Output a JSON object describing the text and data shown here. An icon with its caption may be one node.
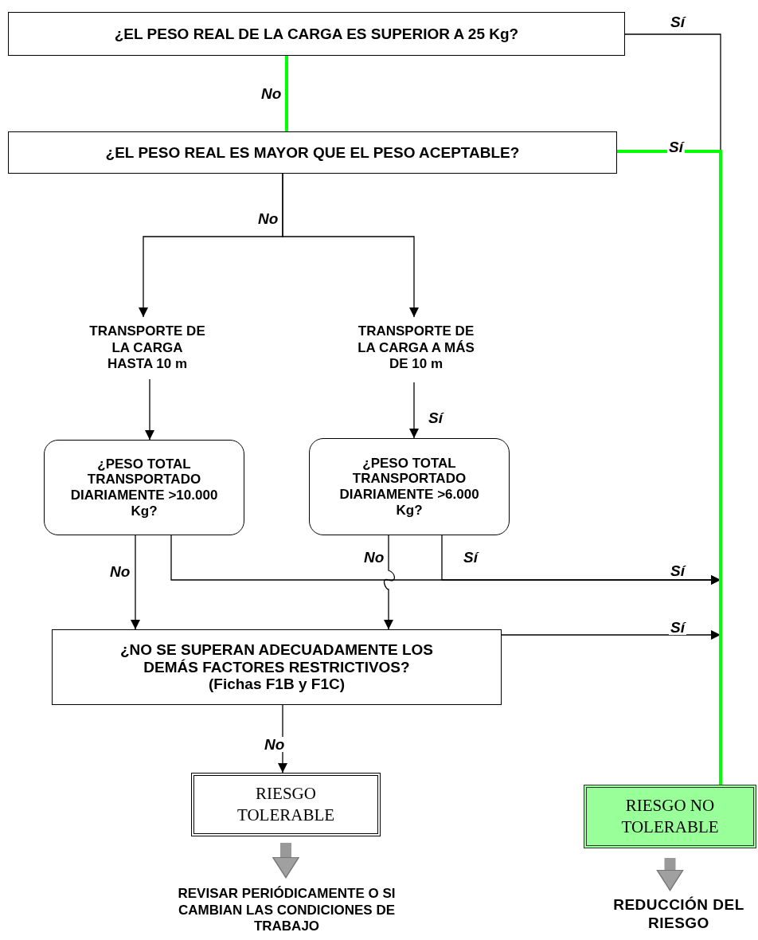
{
  "diagram": {
    "nodes": [
      {
        "text": [
          "¿EL PESO REAL DE LA CARGA ES SUPERIOR A 25 Kg?"
        ]
      },
      {
        "text": [
          "¿EL PESO REAL ES MAYOR QUE EL PESO ACEPTABLE?"
        ]
      },
      {
        "text": [
          "TRANSPORTE DE LA CARGA HASTA 10 m"
        ]
      },
      {
        "text": [
          "TRANSPORTE DE LA CARGA A MÁS DE 10 m"
        ]
      },
      {
        "text": [
          "¿PESO TOTAL TRANSPORTADO DIARIAMENTE >10.000 Kg?"
        ]
      },
      {
        "text": [
          "¿PESO TOTAL TRANSPORTADO DIARIAMENTE >6.000 Kg?"
        ]
      },
      {
        "text": [
          "¿NO SE SUPERAN ADECUADAMENTE LOS DEMÁS FACTORES RESTRICTIVOS?",
          "(Fichas F1B y F1C)"
        ]
      },
      {
        "text": [
          "RIESGO TOLERABLE"
        ]
      },
      {
        "text": [
          "RIESGO NO TOLERABLE"
        ]
      },
      {
        "text": [
          "REVISAR PERIÓDICAMENTE O SI CAMBIAN LAS CONDICIONES DE TRABAJO"
        ]
      },
      {
        "text": [
          "REDUCCIÓN DEL RIESGO"
        ]
      }
    ],
    "edges": [
      {
        "from": 0,
        "to": 1,
        "arrow": "none",
        "label": "No",
        "style": "thick",
        "color": "#00ff00"
      },
      {
        "from": 1,
        "to": 8,
        "arrow": "none",
        "label": "Sí",
        "style": "thick",
        "color": "#00ff00"
      },
      {
        "from": 0,
        "to": 8,
        "arrow": "none",
        "label": "Sí"
      },
      {
        "from": 1,
        "to": 2,
        "arrow": "to",
        "label": "No"
      },
      {
        "from": 1,
        "to": 3,
        "arrow": "to"
      },
      {
        "from": 2,
        "to": 4,
        "arrow": "to"
      },
      {
        "from": 3,
        "to": 5,
        "arrow": "to",
        "label": "Sí"
      },
      {
        "from": 4,
        "to": 6,
        "arrow": "to",
        "label": "No"
      },
      {
        "from": 4,
        "to": null,
        "arrow": "to",
        "label": "Sí"
      },
      {
        "from": 5,
        "to": 6,
        "arrow": "to",
        "label": "No"
      },
      {
        "from": 5,
        "to": null,
        "arrow": "to",
        "label": "Sí"
      },
      {
        "from": 6,
        "to": null,
        "arrow": "to",
        "label": "Sí"
      },
      {
        "from": 6,
        "to": 7,
        "arrow": "to",
        "label": "No"
      },
      {
        "from": 7,
        "to": 9,
        "arrow": "to",
        "style": "thick",
        "color": "#999999"
      },
      {
        "from": 8,
        "to": 10,
        "arrow": "to",
        "style": "thick",
        "color": "#999999"
      }
    ]
  }
}
